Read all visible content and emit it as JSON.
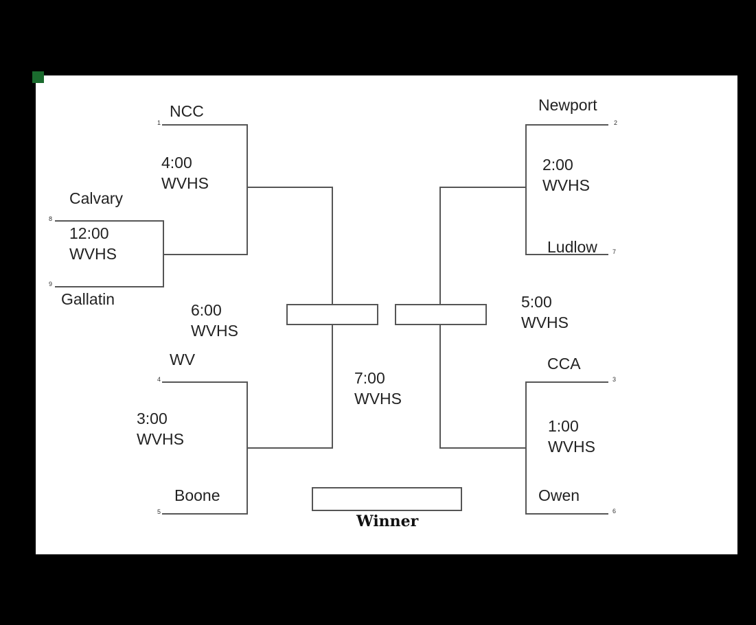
{
  "teams": {
    "ncc": "NCC",
    "calvary": "Calvary",
    "gallatin": "Gallatin",
    "wv": "WV",
    "boone": "Boone",
    "newport": "Newport",
    "ludlow": "Ludlow",
    "cca": "CCA",
    "owen": "Owen"
  },
  "seeds": {
    "s1": "1",
    "s2": "2",
    "s3": "3",
    "s4": "4",
    "s5": "5",
    "s6": "6",
    "s7": "7",
    "s8": "8",
    "s9": "9"
  },
  "games": {
    "g1200": {
      "time": "12:00",
      "venue": "WVHS"
    },
    "g400": {
      "time": "4:00",
      "venue": "WVHS"
    },
    "g300": {
      "time": "3:00",
      "venue": "WVHS"
    },
    "g600": {
      "time": "6:00",
      "venue": "WVHS"
    },
    "g200": {
      "time": "2:00",
      "venue": "WVHS"
    },
    "g100": {
      "time": "1:00",
      "venue": "WVHS"
    },
    "g500": {
      "time": "5:00",
      "venue": "WVHS"
    },
    "g700": {
      "time": "7:00",
      "venue": "WVHS"
    }
  },
  "winner_label": "Winner"
}
